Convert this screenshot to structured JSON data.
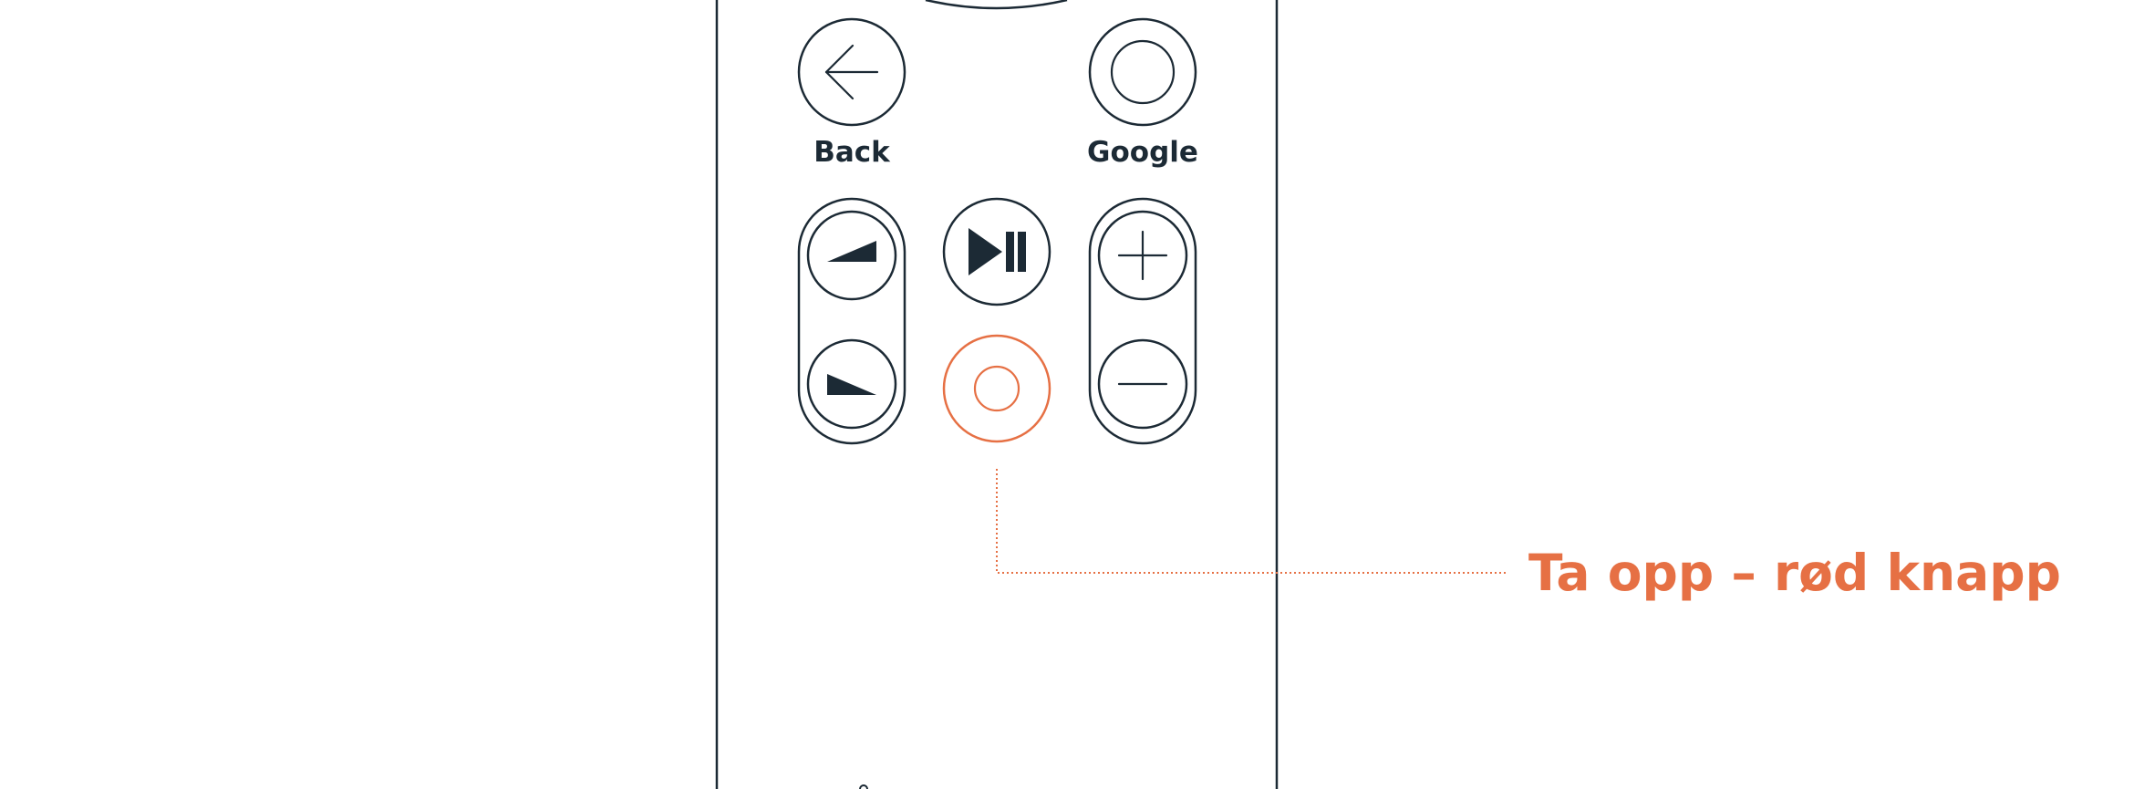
{
  "colors": {
    "outline": "#1c2a35",
    "accent": "#e67044",
    "background": "#ffffff"
  },
  "remote": {
    "back_button": {
      "label": "Back",
      "icon": "arrow-left-icon"
    },
    "google_button": {
      "label": "Google",
      "icon": "circle-icon"
    },
    "speed_rocker": {
      "up_icon": "wedge-up-icon",
      "down_icon": "wedge-down-icon"
    },
    "play_pause_button": {
      "icon": "play-pause-icon"
    },
    "record_button": {
      "icon": "record-icon"
    },
    "volume_rocker": {
      "up_icon": "plus-icon",
      "down_icon": "minus-icon"
    }
  },
  "callout": {
    "text": "Ta opp – rød knapp"
  }
}
